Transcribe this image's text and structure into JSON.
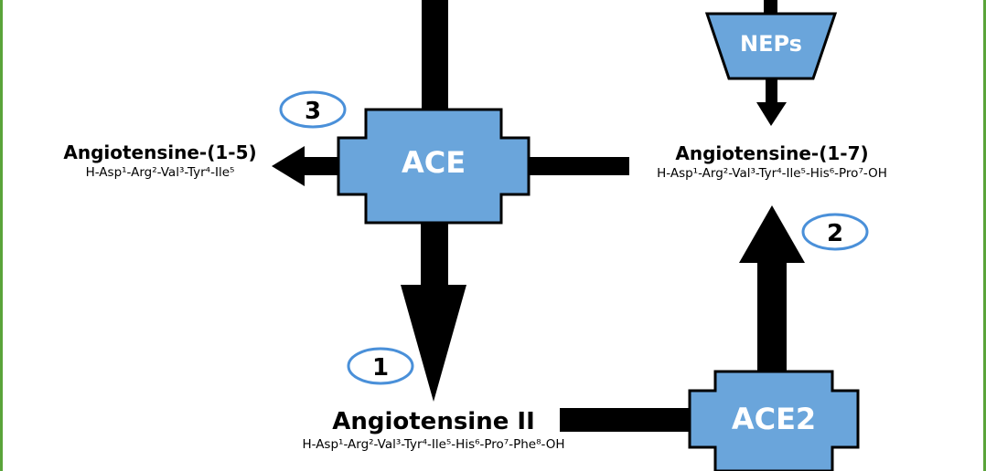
{
  "colors": {
    "enzyme_fill": "#6aa5db",
    "outline": "#000000",
    "badge_stroke": "#4a90d9",
    "frame": "#5aa43a"
  },
  "enzymes": {
    "ace": "ACE",
    "ace2": "ACE2",
    "neps": "NEPs"
  },
  "molecules": {
    "ang15": {
      "name": "Angiotensine-(1-5)",
      "seq": "H-Asp¹-Arg²-Val³-Tyr⁴-Ile⁵"
    },
    "ang17": {
      "name": "Angiotensine-(1-7)",
      "seq": "H-Asp¹-Arg²-Val³-Tyr⁴-Ile⁵-His⁶-Pro⁷-OH"
    },
    "ang2": {
      "name": "Angiotensine II",
      "seq": "H-Asp¹-Arg²-Val³-Tyr⁴-Ile⁵-His⁶-Pro⁷-Phe⁸-OH"
    }
  },
  "steps": {
    "one": "1",
    "two": "2",
    "three": "3"
  }
}
